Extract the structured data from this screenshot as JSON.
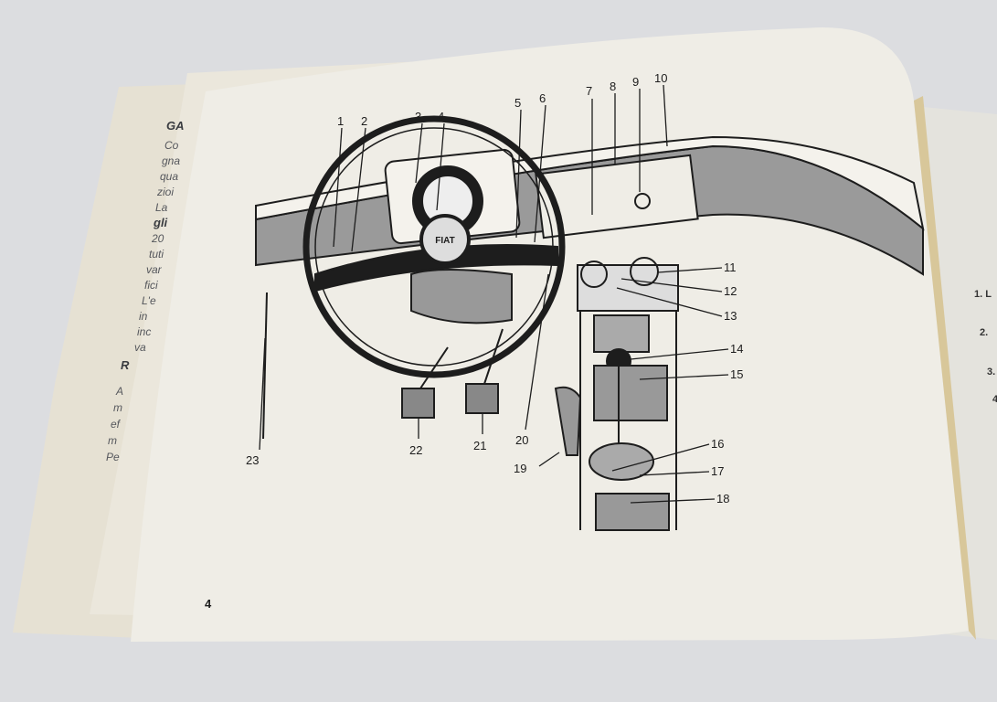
{
  "left_page": {
    "heading_1": "GA",
    "lines_1": [
      "Co",
      "gna",
      "qua",
      "zioi",
      "La",
      "gli",
      "20",
      "tuti",
      "var",
      "fici",
      "L'e",
      "in",
      "inc",
      "va"
    ],
    "heading_2": "R",
    "lines_2": [
      "A",
      "m",
      "ef",
      "m",
      "Pe"
    ]
  },
  "right_page": {
    "items": [
      "1. L",
      "2.",
      "3.",
      "4"
    ]
  },
  "diagram": {
    "callouts": [
      "1",
      "2",
      "3",
      "4",
      "5",
      "6",
      "7",
      "8",
      "9",
      "10",
      "11",
      "12",
      "13",
      "14",
      "15",
      "16",
      "17",
      "18",
      "19",
      "20",
      "21",
      "22",
      "23"
    ],
    "horn_logo": "FIAT"
  },
  "page_number": "4",
  "colors": {
    "background": "#dcdde0",
    "paper": "#efede6",
    "ink": "#1d1d1d",
    "dash_gray": "#8d8d8d"
  }
}
